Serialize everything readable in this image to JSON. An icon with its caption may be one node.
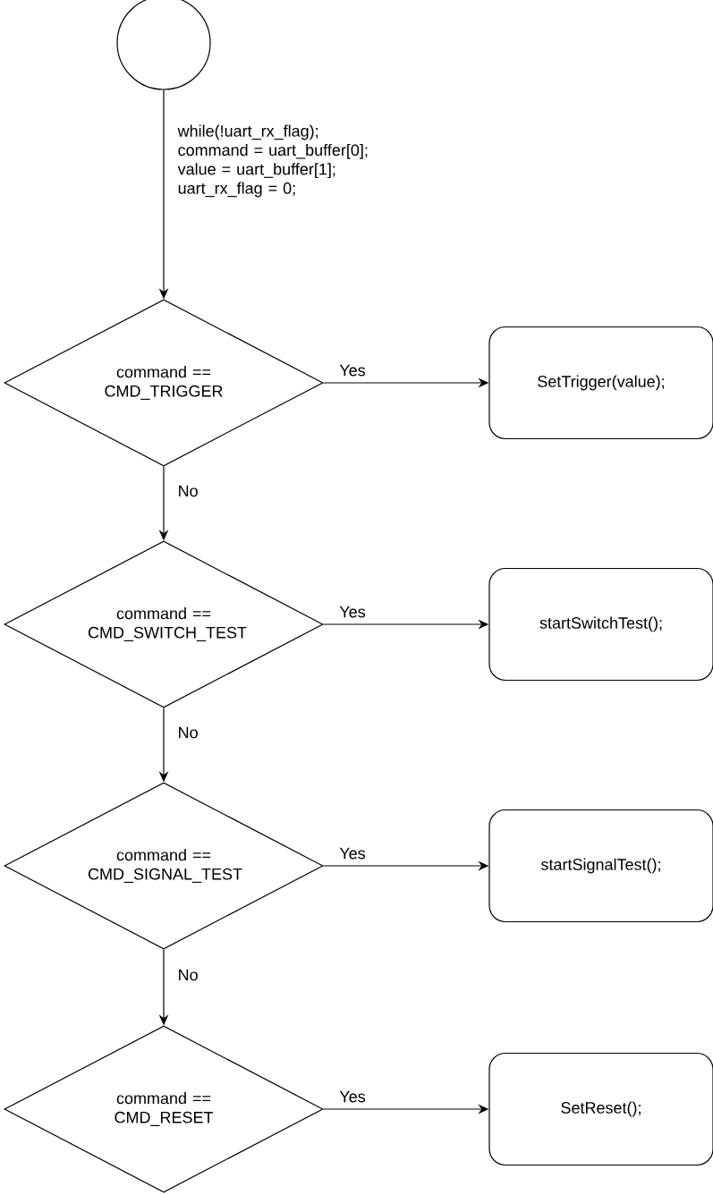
{
  "diagram": {
    "nodes": [
      {
        "text": [],
        "shape": "circle"
      },
      {
        "text": [
          "command == CMD_TRIGGER"
        ]
      },
      {
        "text": [
          "SetTrigger(value);"
        ]
      },
      {
        "text": [
          "command == CMD_SWITCH_TEST"
        ]
      },
      {
        "text": [
          "startSwitchTest();"
        ]
      },
      {
        "text": [
          "command == CMD_SIGNAL_TEST"
        ]
      },
      {
        "text": [
          "startSignalTest();"
        ]
      },
      {
        "text": [
          "command == CMD_RESET"
        ]
      },
      {
        "text": [
          "SetReset();"
        ]
      }
    ],
    "edges": [
      {
        "from": 0,
        "to": 1,
        "arrow": "to",
        "label": "while(!uart_rx_flag); command = uart_buffer[0]; value = uart_buffer[1]; uart_rx_flag = 0;"
      },
      {
        "from": 1,
        "to": 2,
        "arrow": "to",
        "label": "Yes"
      },
      {
        "from": 1,
        "to": 3,
        "arrow": "to",
        "label": "No"
      },
      {
        "from": 3,
        "to": 4,
        "arrow": "to",
        "label": "Yes"
      },
      {
        "from": 3,
        "to": 5,
        "arrow": "to",
        "label": "No"
      },
      {
        "from": 5,
        "to": 6,
        "arrow": "to",
        "label": "Yes"
      },
      {
        "from": 5,
        "to": 7,
        "arrow": "to",
        "label": "No"
      },
      {
        "from": 7,
        "to": 8,
        "arrow": "to",
        "label": "Yes"
      }
    ]
  }
}
